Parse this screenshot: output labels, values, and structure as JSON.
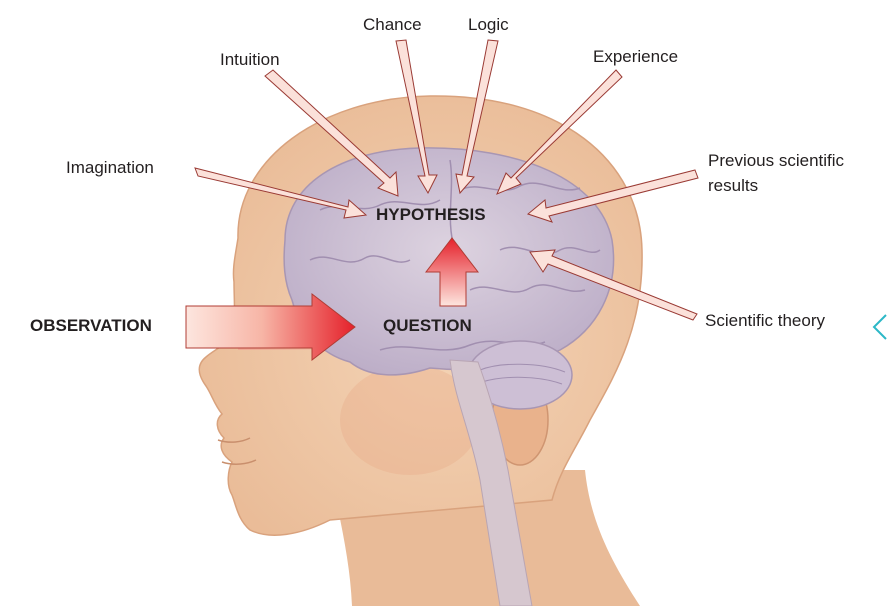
{
  "labels": {
    "chance": "Chance",
    "logic": "Logic",
    "intuition": "Intuition",
    "experience": "Experience",
    "imagination": "Imagination",
    "previous_results_line1": "Previous scientific",
    "previous_results_line2": "results",
    "hypothesis": "HYPOTHESIS",
    "question": "QUESTION",
    "observation": "OBSERVATION",
    "scientific_theory": "Scientific theory"
  },
  "icons": {
    "head": "head-illustration",
    "brain": "brain-illustration",
    "nav": "chevron-left-icon"
  },
  "colors": {
    "arrow_red": "#e5202a",
    "arrow_light": "#fde4dd",
    "skin": "#efc7a4",
    "brain": "#cbbfd3",
    "nav": "#2cb8c7"
  }
}
